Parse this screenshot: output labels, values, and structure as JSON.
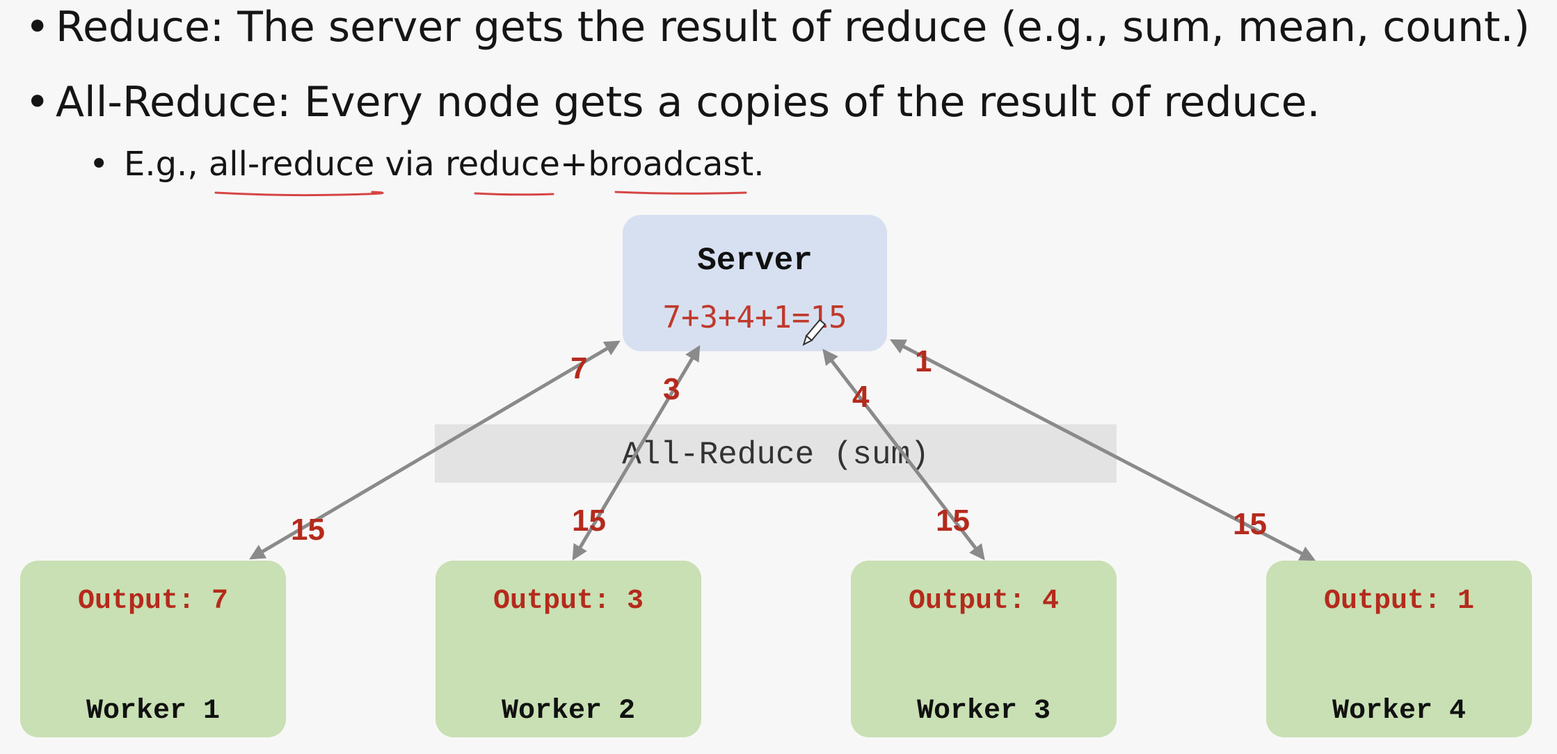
{
  "bullets": {
    "reduce": "Reduce: The server gets the result of reduce (e.g., sum, mean, count.)",
    "all_reduce": "All-Reduce: Every node gets a copies of the result of reduce.",
    "example_prefix": "E.g., ",
    "example_all_reduce": "all-reduce",
    "example_via": " via ",
    "example_reduce": "reduce",
    "example_plus": "+",
    "example_broadcast": "broadcast",
    "example_end": "."
  },
  "server": {
    "title": "Server",
    "equation": "7+3+4+1=15"
  },
  "banner": "All-Reduce (sum)",
  "workers": [
    {
      "name": "Worker 1",
      "output": "Output: 7",
      "sent": "7",
      "received": "15"
    },
    {
      "name": "Worker 2",
      "output": "Output: 3",
      "sent": "3",
      "received": "15"
    },
    {
      "name": "Worker 3",
      "output": "Output: 4",
      "sent": "4",
      "received": "15"
    },
    {
      "name": "Worker 4",
      "output": "Output: 1",
      "sent": "1",
      "received": "15"
    }
  ],
  "colors": {
    "server_fill": "#d7e0f0",
    "worker_fill": "#c8e0b3",
    "value_red": "#b52a1c",
    "arrow_gray": "#8a8a8a",
    "annotation_red": "#d64545"
  }
}
